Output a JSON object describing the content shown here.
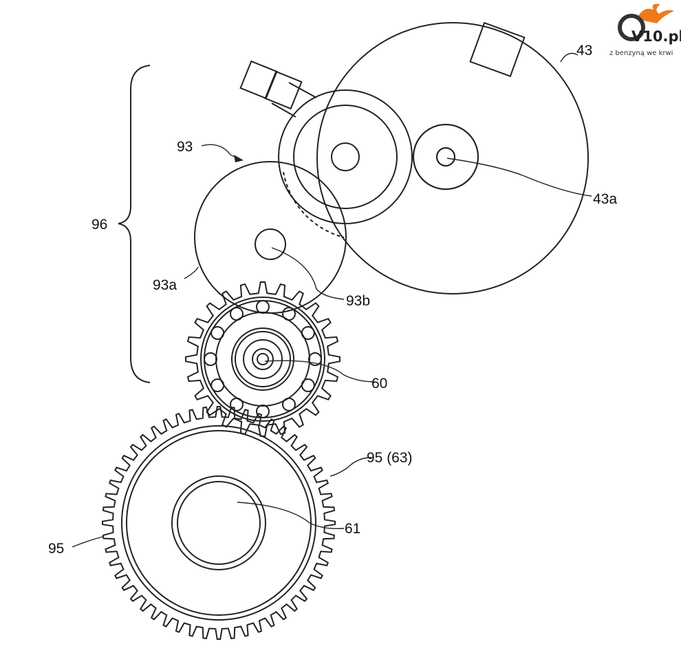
{
  "figure": {
    "labels": {
      "l43": "43",
      "l43a": "43a",
      "l93": "93",
      "l93a": "93a",
      "l93b": "93b",
      "l96": "96",
      "l60": "60",
      "l95_63": "95 (63)",
      "l61": "61",
      "l95": "95"
    }
  },
  "logo": {
    "brand": "V10.pl",
    "tagline": "z benzyną we krwi",
    "flame_color": "#f07a1a"
  }
}
